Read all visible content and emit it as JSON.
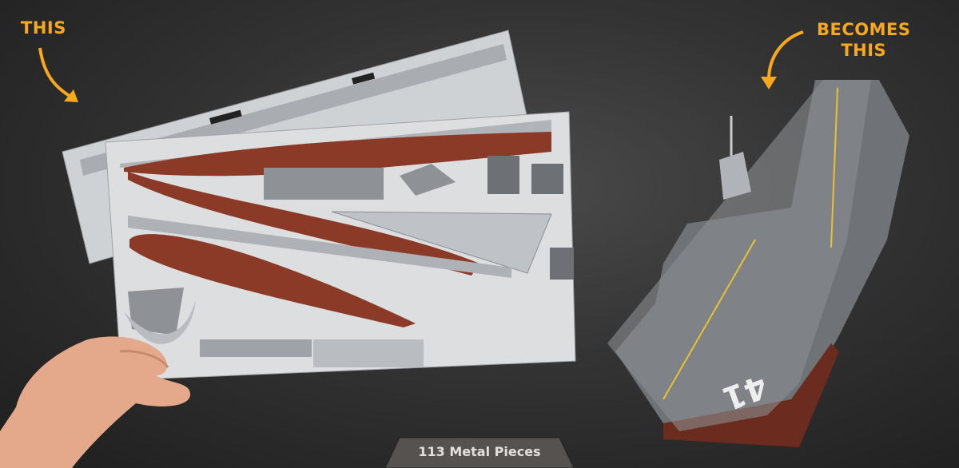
{
  "callouts": {
    "before": "THIS",
    "after_line1": "BECOMES",
    "after_line2": "THIS"
  },
  "badge": {
    "text": "113 Metal Pieces"
  },
  "colors": {
    "accent": "#f6a81f",
    "background": "#333333",
    "hull": "#8a3a26",
    "metal": "#d4d6d8"
  }
}
